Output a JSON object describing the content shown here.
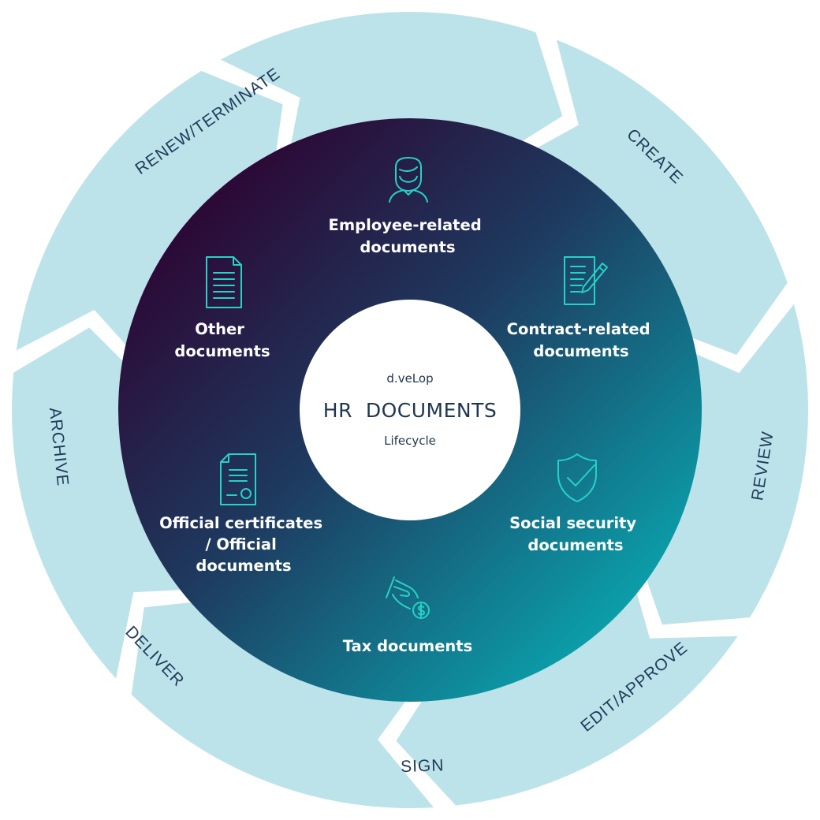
{
  "diagram": {
    "brand": "d.veLop",
    "center_title": "HR  DOCUMENTS",
    "center_subtitle": "Lifecycle",
    "ring_stages": [
      {
        "id": "create",
        "label": "CREATE"
      },
      {
        "id": "review",
        "label": "REVIEW"
      },
      {
        "id": "edit-approve",
        "label": "EDIT/APPROVE"
      },
      {
        "id": "sign",
        "label": "SIGN"
      },
      {
        "id": "deliver",
        "label": "DELIVER"
      },
      {
        "id": "archive",
        "label": "ARCHIVE"
      },
      {
        "id": "renew-terminate",
        "label": "RENEW/TERMINATE"
      }
    ],
    "categories": [
      {
        "id": "employee",
        "icon": "person-icon",
        "lines": [
          "Employee-related",
          "documents"
        ]
      },
      {
        "id": "contract",
        "icon": "contract-pen-icon",
        "lines": [
          "Contract-related",
          "documents"
        ]
      },
      {
        "id": "social",
        "icon": "shield-check-icon",
        "lines": [
          "Social security",
          "documents"
        ]
      },
      {
        "id": "tax",
        "icon": "hand-coin-icon",
        "lines": [
          "Tax documents"
        ]
      },
      {
        "id": "official",
        "icon": "certificate-icon",
        "lines": [
          "Official certificates",
          "/ Official",
          "documents"
        ]
      },
      {
        "id": "other",
        "icon": "document-icon",
        "lines": [
          "Other",
          "documents"
        ]
      }
    ],
    "colors": {
      "ring_fill": "#bde3ea",
      "gradient_start": "#2d0533",
      "gradient_mid": "#1e3a5f",
      "gradient_end": "#0aa3ad",
      "icon_stroke": "#27d1c4",
      "center_fill": "#ffffff",
      "center_text": "#1f3550"
    }
  }
}
